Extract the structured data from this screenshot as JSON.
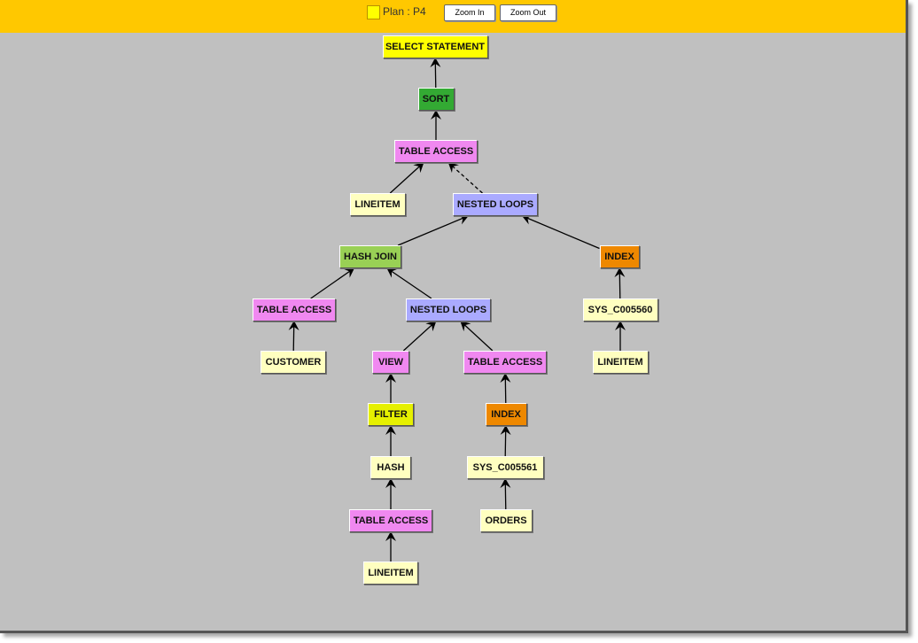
{
  "toolbar": {
    "plan_label": "Plan : P4",
    "zoom_in": "Zoom In",
    "zoom_out": "Zoom Out",
    "swatch_color": "#ffff00"
  },
  "colors": {
    "select": "#ffff00",
    "sort": "#33aa33",
    "table_access": "#f088f0",
    "object": "#ffffc0",
    "nested_loops": "#aaaaff",
    "hash_join": "#99d055",
    "index": "#ee8800",
    "filter": "#e6f000"
  },
  "nodes": [
    {
      "id": 1,
      "label": "SELECT STATEMENT",
      "kind": "select",
      "parent": null
    },
    {
      "id": 2,
      "label": "SORT",
      "kind": "sort",
      "parent": 1
    },
    {
      "id": 3,
      "label": "TABLE ACCESS",
      "kind": "table_access",
      "parent": 2
    },
    {
      "id": 4,
      "label": "LINEITEM",
      "kind": "object",
      "parent": 3
    },
    {
      "id": 5,
      "label": "NESTED LOOPS",
      "kind": "nested_loops",
      "parent": 3,
      "dashed": true
    },
    {
      "id": 6,
      "label": "HASH JOIN",
      "kind": "hash_join",
      "parent": 5
    },
    {
      "id": 7,
      "label": "INDEX",
      "kind": "index",
      "parent": 5
    },
    {
      "id": 8,
      "label": "TABLE ACCESS",
      "kind": "table_access",
      "parent": 6
    },
    {
      "id": 9,
      "label": "NESTED LOOPS",
      "kind": "nested_loops",
      "parent": 6
    },
    {
      "id": 10,
      "label": "SYS_C005560",
      "kind": "object",
      "parent": 7
    },
    {
      "id": 11,
      "label": "CUSTOMER",
      "kind": "object",
      "parent": 8
    },
    {
      "id": 12,
      "label": "VIEW",
      "kind": "table_access",
      "parent": 9
    },
    {
      "id": 13,
      "label": "TABLE ACCESS",
      "kind": "table_access",
      "parent": 9
    },
    {
      "id": 14,
      "label": "LINEITEM",
      "kind": "object",
      "parent": 10
    },
    {
      "id": 15,
      "label": "FILTER",
      "kind": "filter",
      "parent": 12
    },
    {
      "id": 16,
      "label": "INDEX",
      "kind": "index",
      "parent": 13
    },
    {
      "id": 17,
      "label": "HASH",
      "kind": "object",
      "parent": 15
    },
    {
      "id": 18,
      "label": "SYS_C005561",
      "kind": "object",
      "parent": 16
    },
    {
      "id": 19,
      "label": "TABLE ACCESS",
      "kind": "table_access",
      "parent": 17
    },
    {
      "id": 20,
      "label": "ORDERS",
      "kind": "object",
      "parent": 18
    },
    {
      "id": 21,
      "label": "LINEITEM",
      "kind": "object",
      "parent": 19
    }
  ]
}
